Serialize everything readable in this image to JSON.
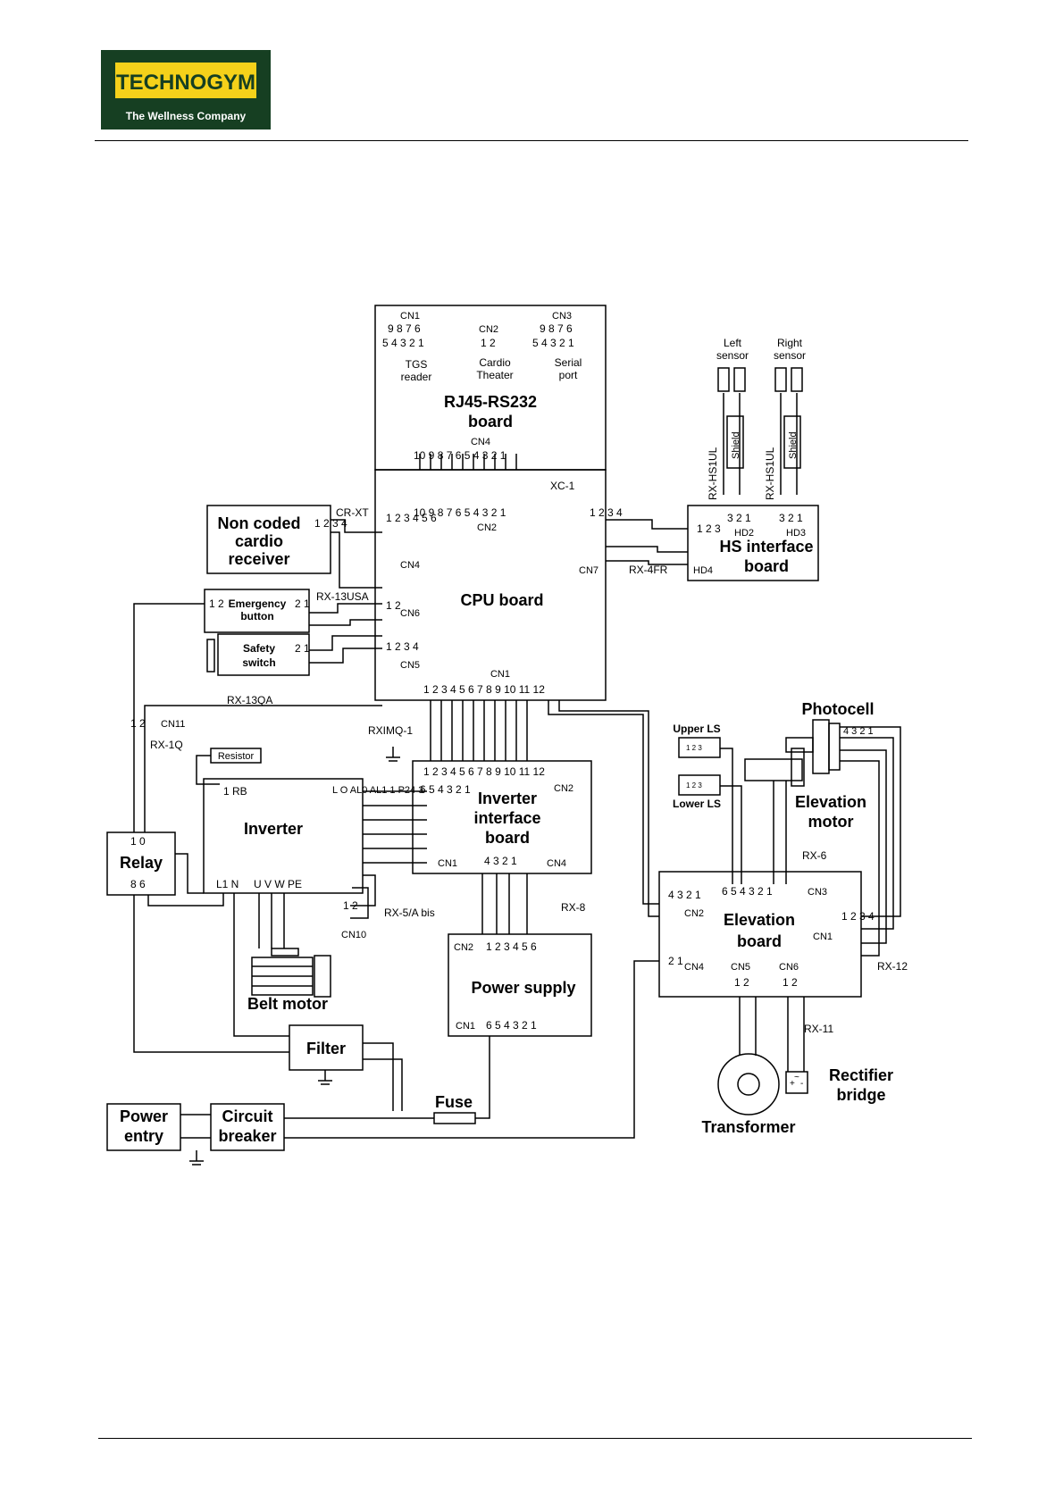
{
  "logo": {
    "brand": "TECHNOGYM",
    "tagline": "The Wellness Company",
    "bg": "#163f22",
    "accent": "#f5d11a"
  },
  "rj45": {
    "cn1": "CN1",
    "cn1_top": [
      "9",
      "8",
      "7",
      "6"
    ],
    "cn1_bot": [
      "5",
      "4",
      "3",
      "2",
      "1"
    ],
    "cn2": "CN2",
    "cn2_pins": [
      "1",
      "2"
    ],
    "cn3": "CN3",
    "cn3_top": [
      "9",
      "8",
      "7",
      "6"
    ],
    "cn3_bot": [
      "5",
      "4",
      "3",
      "2",
      "1"
    ],
    "tgs1": "TGS",
    "tgs2": "reader",
    "cardio1": "Cardio",
    "cardio2": "Theater",
    "serial1": "Serial",
    "serial2": "port",
    "title1": "RJ45-RS232",
    "title2": "board",
    "cn4": "CN4",
    "cn4_pins": [
      "10",
      "9",
      "8",
      "7",
      "6",
      "5",
      "4",
      "3",
      "2",
      "1"
    ]
  },
  "xc1": "XC-1",
  "cpu": {
    "title": "CPU board",
    "cn2": "CN2",
    "cn2_pins": [
      "10",
      "9",
      "8",
      "7",
      "6",
      "5",
      "4",
      "3",
      "2",
      "1"
    ],
    "cn4": "CN4",
    "cn4_pins": [
      "1",
      "2",
      "3",
      "4",
      "5",
      "6"
    ],
    "cn6": "CN6",
    "cn6_pins": [
      "1",
      "2"
    ],
    "cn5": "CN5",
    "cn5_pins": [
      "1",
      "2",
      "3",
      "4"
    ],
    "cn7": "CN7",
    "cn7_pins": [
      "1",
      "2",
      "3",
      "4"
    ],
    "cn1": "CN1",
    "cn1_pins": [
      "1",
      "2",
      "3",
      "4",
      "5",
      "6",
      "7",
      "8",
      "9",
      "10",
      "11",
      "12"
    ]
  },
  "receiver": {
    "l1": "Non coded",
    "l2": "cardio",
    "l3": "receiver",
    "pins": [
      "1",
      "2",
      "3",
      "4"
    ],
    "cable": "CR-XT"
  },
  "emergency": {
    "l1": "Emergency",
    "l2": "button",
    "left": [
      "1",
      "2"
    ],
    "right": [
      "2",
      "1"
    ],
    "cable": "RX-13USA"
  },
  "safety": {
    "l1": "Safety",
    "l2": "switch",
    "pins": [
      "2",
      "1"
    ]
  },
  "rx13qa": "RX-13QA",
  "sensors": {
    "left1": "Left",
    "left2": "sensor",
    "right1": "Right",
    "right2": "sensor",
    "shield": "Shield",
    "cable": "RX-HS1UL"
  },
  "hs": {
    "title1": "HS interface",
    "title2": "board",
    "hd2": "HD2",
    "hd3": "HD3",
    "hd4": "HD4",
    "hd2_pins": [
      "3",
      "2",
      "1"
    ],
    "hd3_pins": [
      "3",
      "2",
      "1"
    ],
    "hd4_pins": [
      "1",
      "2",
      "3"
    ],
    "cable": "RX-4FR"
  },
  "cn11": {
    "label": "CN11",
    "pins": [
      "1",
      "2"
    ],
    "cable": "RX-1Q"
  },
  "relay": {
    "title": "Relay",
    "top": [
      "1",
      "0"
    ],
    "bot": [
      "8",
      "6"
    ]
  },
  "resistor": "Resistor",
  "inverter": {
    "title": "Inverter",
    "rb": [
      "1",
      "RB"
    ],
    "right": [
      "L",
      "O",
      "AL0",
      "AL1",
      "1",
      "P24",
      "3"
    ],
    "bot_ln": [
      "L1",
      "N"
    ],
    "bot_uvw": [
      "U",
      "V",
      "W",
      "PE"
    ]
  },
  "rximq": "RXIMQ-1",
  "inv_if": {
    "title1": "Inverter",
    "title2": "interface",
    "title3": "board",
    "cn2": "CN2",
    "cn2_pins": [
      "1",
      "2",
      "3",
      "4",
      "5",
      "6",
      "7",
      "8",
      "9",
      "10",
      "11",
      "12"
    ],
    "left_pins": [
      "6",
      "5",
      "4",
      "3",
      "2",
      "1"
    ],
    "cn1": "CN1",
    "cn4": "CN4",
    "cn4_pins": [
      "4",
      "3",
      "2",
      "1"
    ]
  },
  "cn10": {
    "label": "CN10",
    "pins": [
      "1",
      "2"
    ],
    "cable": "RX-5/A bis"
  },
  "belt": "Belt motor",
  "psu": {
    "title": "Power supply",
    "cn2": "CN2",
    "cn2_pins": [
      "1",
      "2",
      "3",
      "4",
      "5",
      "6"
    ],
    "cn1": "CN1",
    "cn1_pins": [
      "6",
      "5",
      "4",
      "3",
      "2",
      "1"
    ],
    "cable": "RX-8"
  },
  "filter": "Filter",
  "power_entry": {
    "l1": "Power",
    "l2": "entry"
  },
  "breaker": {
    "l1": "Circuit",
    "l2": "breaker"
  },
  "fuse": "Fuse",
  "photocell": "Photocell",
  "photocell_pins": [
    "4",
    "3",
    "2",
    "1"
  ],
  "upper_ls": "Upper LS",
  "lower_ls": "Lower LS",
  "ls_pins": [
    "1",
    "2",
    "3"
  ],
  "elev_motor": {
    "l1": "Elevation",
    "l2": "motor"
  },
  "rx6": "RX-6",
  "elev_board": {
    "title1": "Elevation",
    "title2": "board",
    "cn3": "CN3",
    "cn3_pins": [
      "6",
      "5",
      "4",
      "3",
      "2",
      "1"
    ],
    "cn2": "CN2",
    "cn2_pins": [
      "4",
      "3",
      "2",
      "1"
    ],
    "cn4": "CN4",
    "cn4_pins": [
      "2",
      "1"
    ],
    "cn1": "CN1",
    "cn1_pins": [
      "1",
      "2",
      "3",
      "4"
    ],
    "cn5": "CN5",
    "cn6": "CN6",
    "cn5_pins": [
      "1",
      "2"
    ],
    "cn6_pins": [
      "1",
      "2"
    ]
  },
  "rx12": "RX-12",
  "rx11": "RX-11",
  "transformer": "Transformer",
  "rectifier": {
    "l1": "Rectifier",
    "l2": "bridge",
    "plus": "+",
    "minus": "-",
    "ac": "~"
  }
}
